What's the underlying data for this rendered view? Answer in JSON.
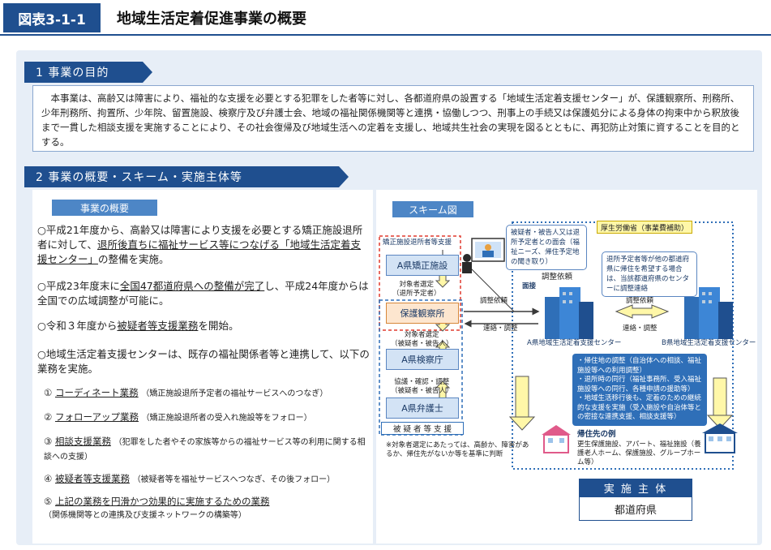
{
  "header": {
    "badge": "図表3-1-1",
    "title": "地域生活定着促進事業の概要"
  },
  "section1": {
    "heading": "1 事業の目的",
    "text": "本事業は、高齢又は障害により、福祉的な支援を必要とする犯罪をした者等に対し、各都道府県の設置する「地域生活定着支援センター」が、保護観察所、刑務所、少年刑務所、拘置所、少年院、留置施設、検察庁及び弁護士会、地域の福祉関係機関等と連携・協働しつつ、刑事上の手続又は保護処分による身体の拘束中から釈放後まで一貫した相談支援を実施することにより、その社会復帰及び地域生活への定着を支援し、地域共生社会の実現を図るとともに、再犯防止対策に資することを目的とする。"
  },
  "section2": {
    "heading": "2 事業の概要・スキーム・実施主体等",
    "overview_tag": "事業の概要",
    "bullets": [
      {
        "pre": "○平成21年度から、高齢又は障害により支援を必要とする矯正施設退所者に対して、",
        "u": "退所後直ちに福祉サービス等につなげる「地域生活定着支援センター」",
        "post": "の整備を実施。"
      },
      {
        "pre": "○平成23年度末に",
        "u": "全国47都道府県への整備が完了",
        "post": "し、平成24年度からは全国での広域調整が可能に。"
      },
      {
        "pre": "○令和３年度から",
        "u": "被疑者等支援業務",
        "post": "を開始。"
      },
      {
        "pre": "○地域生活定着支援センターは、既存の福祉関係者等と連携して、以下の業務を実施。",
        "u": "",
        "post": ""
      }
    ],
    "services": [
      {
        "num": "①",
        "name": "コーディネート業務",
        "note": "（矯正施設退所予定者の福祉サービスへのつなぎ）"
      },
      {
        "num": "②",
        "name": "フォローアップ業務",
        "note": "（矯正施設退所者の受入れ施設等をフォロー）"
      },
      {
        "num": "③",
        "name": "相談支援業務",
        "note": "（犯罪をした者やその家族等からの福祉サービス等の利用に関する相談への支援）"
      },
      {
        "num": "④",
        "name": "被疑者等支援業務",
        "note": "（被疑者等を福祉サービスへつなぎ、その後フォロー）"
      },
      {
        "num": "⑤",
        "name": "上記の業務を円滑かつ効果的に実施するための業務",
        "note": "（関係機関等との連携及び支援ネットワークの構築等）"
      }
    ],
    "scheme_tag": "スキーム図",
    "scheme": {
      "red_label": "矯正施設退所者等支援",
      "facility_a": "A県矯正施設",
      "selection1": "対象者選定\n（退所予定者）",
      "probation": "保護観察所",
      "selection2": "対象者選定\n（被疑者・被告人）",
      "prosecutor": "A県検察庁",
      "consult": "協議・確認・調整\n（被疑者・被告人）",
      "lawyer": "A県弁護士",
      "blue_label": "被 疑 者 等 支 援",
      "note": "※対象者選定にあたっては、高齢か、障害があるか、帰住先がないか等を基準に判断",
      "callout_interview": "被疑者・被告人又は退所予定者との面会（福祉ニーズ、帰住予定地の聞き取り）",
      "mhlw": "厚生労働省（事業費補助）",
      "callout_b": "退所予定者等が他の都道府県に帰住を希望する場合は、当該都道府県のセンターに調整連絡",
      "adjust_request": "調整依頼",
      "adjust_request2": "調整依頼",
      "adjust_request3": "調整依頼",
      "liaison": "連絡・調整",
      "liaison2": "連絡・調整",
      "interview": "面接",
      "center_a": "A県地域生活定着支援センター",
      "center_b": "B県地域生活定着支援センター",
      "tasks": [
        "・帰住地の調整（自治体への相談、福祉施設等への利用調整）",
        "・退所時の同行（福祉事務所、受入福祉施設等への同行、各種申請の援助等）",
        "・地域生活移行後も、定着のための継続的な支援を実施（受入施設や自治体等との密接な連携支援、相談支援等）"
      ],
      "destination_title": "帰住先の例",
      "destination": "更生保護施設、アパート、福祉施設（養護老人ホーム、保護施設、グループホーム等）"
    },
    "implementer_label": "実 施 主 体",
    "implementer": "都道府県"
  }
}
